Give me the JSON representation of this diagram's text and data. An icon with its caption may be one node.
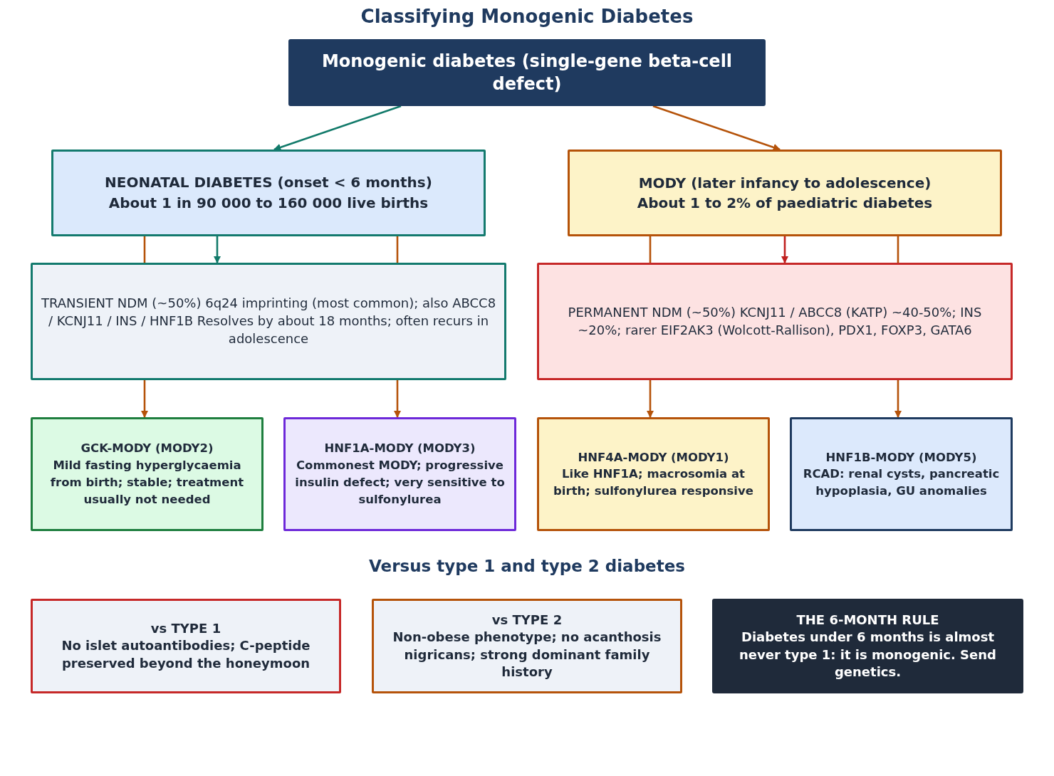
{
  "diagram": {
    "title": "Classifying Monogenic Diabetes",
    "nodes": [
      {
        "text": [
          "Monogenic diabetes (single-gene beta-cell defect)"
        ]
      },
      {
        "text": [
          "NEONATAL DIABETES (onset < 6 months)",
          "About 1 in 90 000 to 160 000 live births"
        ]
      },
      {
        "text": [
          "MODY (later infancy to adolescence)",
          "About 1 to 2% of paediatric diabetes"
        ]
      },
      {
        "text": [
          "TRANSIENT NDM (~50%) 6q24 imprinting (most common); also ABCC8 / KCNJ11 / INS / HNF1B Resolves by about 18 months; often recurs in adolescence"
        ]
      },
      {
        "text": [
          "PERMANENT NDM (~50%) KCNJ11 / ABCC8 (KATP) ~40-50%; INS ~20%; rarer EIF2AK3 (Wolcott-Rallison), PDX1, FOXP3, GATA6"
        ]
      },
      {
        "text": [
          "GCK-MODY (MODY2)",
          "Mild fasting hyperglycaemia from birth; stable; treatment usually not needed"
        ]
      },
      {
        "text": [
          "HNF1A-MODY (MODY3)",
          "Commonest MODY; progressive insulin defect; very sensitive to sulfonylurea"
        ]
      },
      {
        "text": [
          "HNF4A-MODY (MODY1)",
          "Like HNF1A; macrosomia at birth; sulfonylurea responsive"
        ]
      },
      {
        "text": [
          "HNF1B-MODY (MODY5)",
          "RCAD: renal cysts, pancreatic hypoplasia, GU anomalies"
        ]
      },
      {
        "text": [
          "vs TYPE 1",
          "No islet autoantibodies; C-peptide preserved beyond the honeymoon"
        ]
      },
      {
        "text": [
          "vs TYPE 2",
          "Non-obese phenotype; no acanthosis nigricans; strong dominant family history"
        ]
      },
      {
        "text": [
          "THE 6-MONTH RULE",
          "Diabetes under 6 months is almost never type 1: it is monogenic. Send genetics."
        ]
      }
    ],
    "edges": [
      {
        "from": 0,
        "to": 1,
        "arrow": "to",
        "color": "#127a6a"
      },
      {
        "from": 0,
        "to": 2,
        "arrow": "to"
      },
      {
        "from": 1,
        "to": 3,
        "arrow": "none"
      },
      {
        "from": 1,
        "to": 3,
        "arrow": "to",
        "color": "#127a6a"
      },
      {
        "from": 1,
        "to": 3,
        "arrow": "none"
      },
      {
        "from": 2,
        "to": 4,
        "arrow": "none"
      },
      {
        "from": 2,
        "to": 4,
        "arrow": "to",
        "color": "#c0201f"
      },
      {
        "from": 2,
        "to": 4,
        "arrow": "none"
      },
      {
        "from": 3,
        "to": 5,
        "arrow": "to"
      },
      {
        "from": 3,
        "to": 6,
        "arrow": "to"
      },
      {
        "from": 4,
        "to": 7,
        "arrow": "to"
      },
      {
        "from": 4,
        "to": 8,
        "arrow": "to"
      }
    ],
    "labels": [
      "Versus type 1 and type 2 diabetes"
    ]
  }
}
